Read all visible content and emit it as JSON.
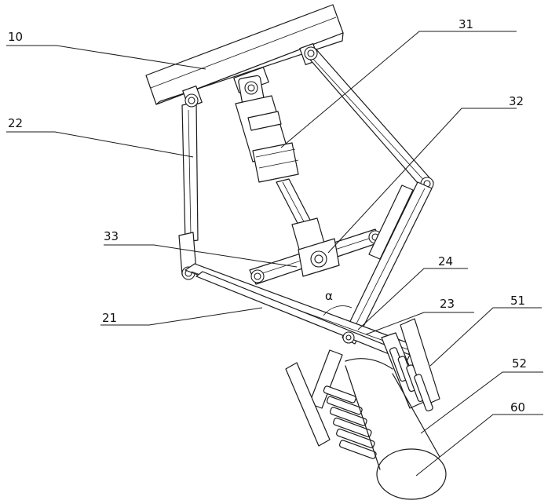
{
  "labels": {
    "l10": "10",
    "l22": "22",
    "l31": "31",
    "l32": "32",
    "l33": "33",
    "l24": "24",
    "l23": "23",
    "l21": "21",
    "l51": "51",
    "l52": "52",
    "l60": "60",
    "alpha": "α"
  }
}
